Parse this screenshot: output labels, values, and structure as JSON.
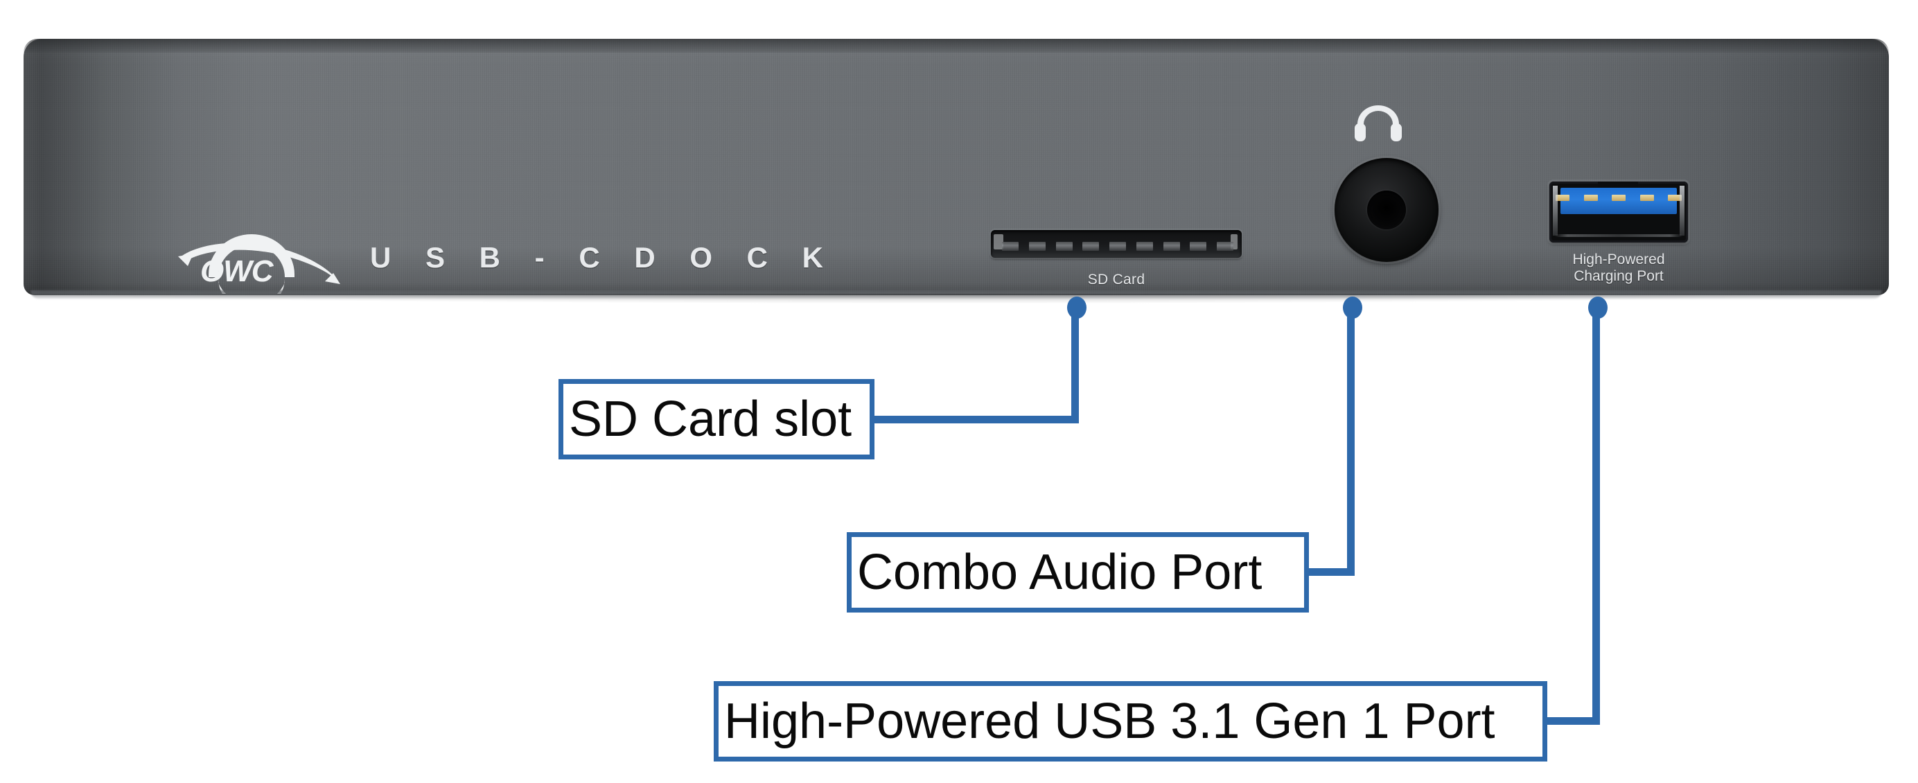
{
  "product": {
    "brand_logo": "owc-planet-logo",
    "title": "U S B - C   D O C K",
    "ports": {
      "sd": {
        "label": "SD Card",
        "icon": "sd-card-slot-icon"
      },
      "audio": {
        "icon": "headphone-icon"
      },
      "usb": {
        "label": "High-Powered\nCharging Port",
        "icon": "usb-a-port-icon"
      }
    }
  },
  "annotations": [
    {
      "id": "sd-card-slot",
      "label": "SD Card slot"
    },
    {
      "id": "combo-audio-port",
      "label": "Combo Audio Port"
    },
    {
      "id": "high-powered-usb-port",
      "label": "High-Powered USB 3.1 Gen 1 Port"
    }
  ],
  "colors": {
    "callout_blue": "#2e69ab",
    "callout_fill": "#ffffff",
    "callout_text": "#0a0a0a",
    "chassis_gray": "#6e7276",
    "usb_blue": "#2a7ddd",
    "background": "#ffffff"
  }
}
